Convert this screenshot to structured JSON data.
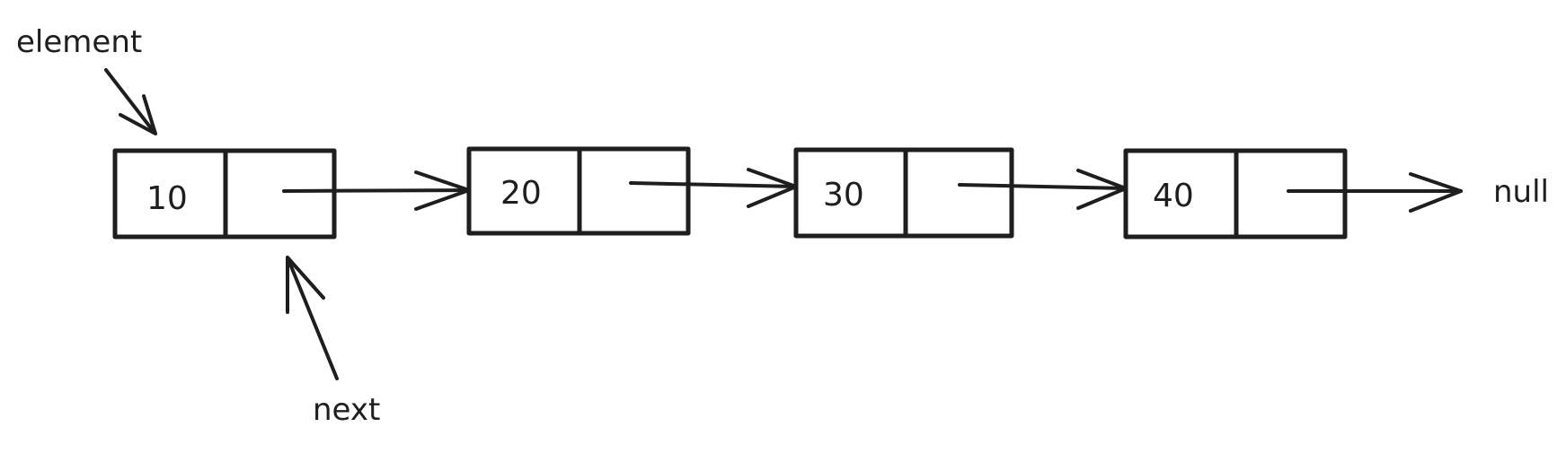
{
  "annotations": {
    "element_label": "element",
    "next_label": "next"
  },
  "nodes": [
    {
      "value": "10"
    },
    {
      "value": "20"
    },
    {
      "value": "30"
    },
    {
      "value": "40"
    }
  ],
  "terminal_label": "null",
  "colors": {
    "ink": "#1e1e1e",
    "hatch": "#c4c8d0",
    "background": "#ffffff"
  }
}
